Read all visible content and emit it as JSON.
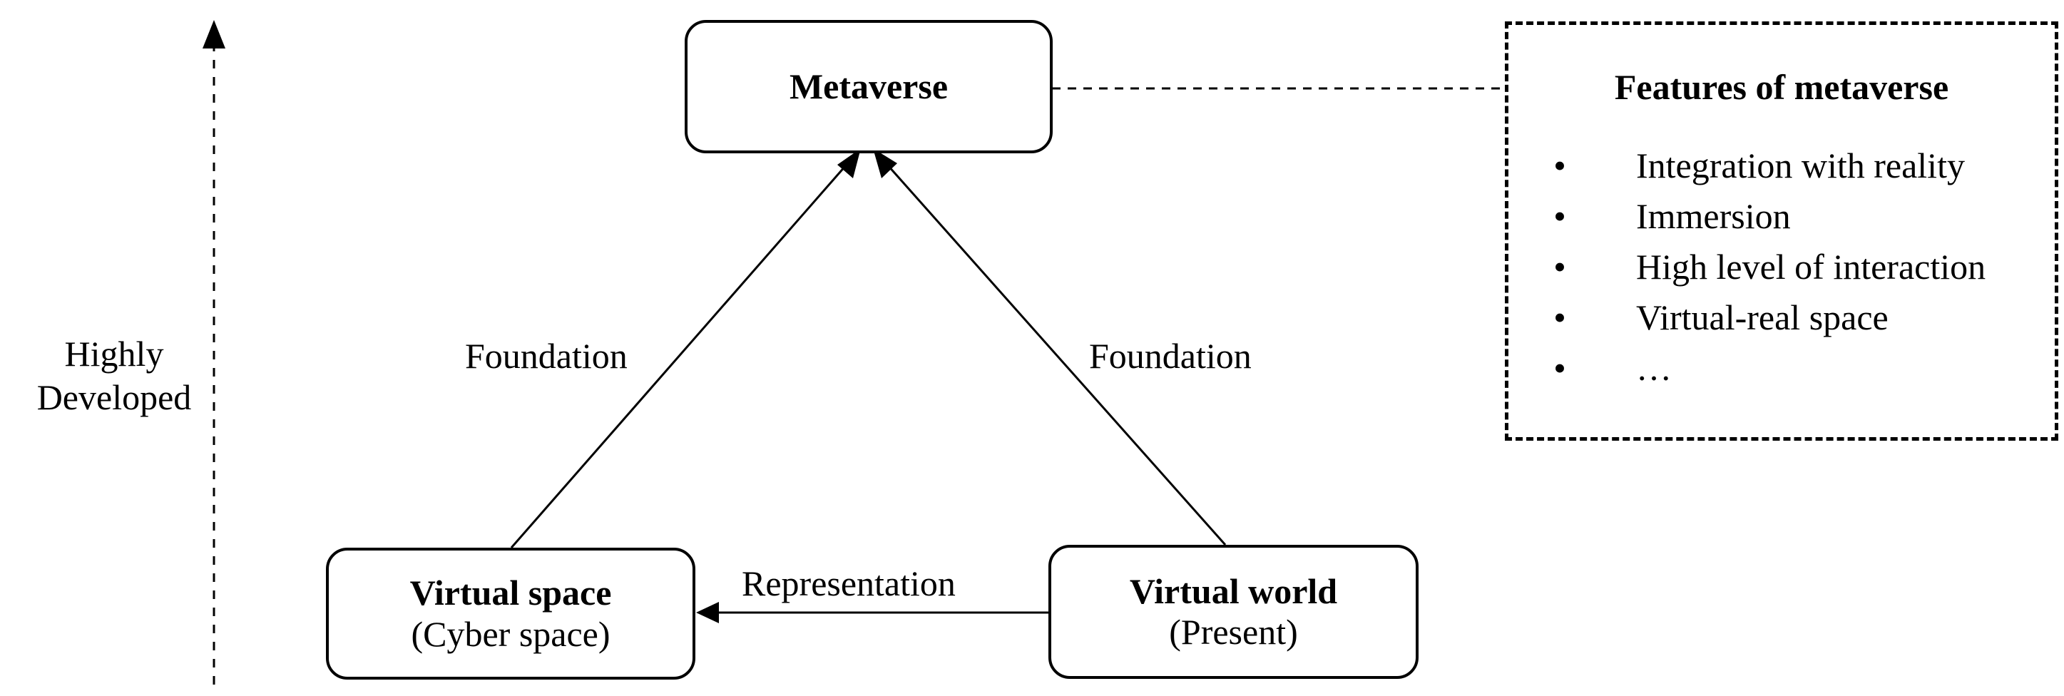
{
  "axis": {
    "label_line1": "Highly",
    "label_line2": "Developed"
  },
  "nodes": {
    "metaverse": {
      "title": "Metaverse"
    },
    "virtual_space": {
      "title": "Virtual space",
      "subtitle": "(Cyber space)"
    },
    "virtual_world": {
      "title": "Virtual world",
      "subtitle": "(Present)"
    }
  },
  "edges": {
    "left_foundation": "Foundation",
    "right_foundation": "Foundation",
    "representation": "Representation"
  },
  "features": {
    "title": "Features of metaverse",
    "bullet": "•",
    "items": [
      "Integration with reality",
      "Immersion",
      "High level of interaction",
      "Virtual-real space",
      "…"
    ]
  },
  "colors": {
    "line": "#000000",
    "background": "#ffffff"
  }
}
